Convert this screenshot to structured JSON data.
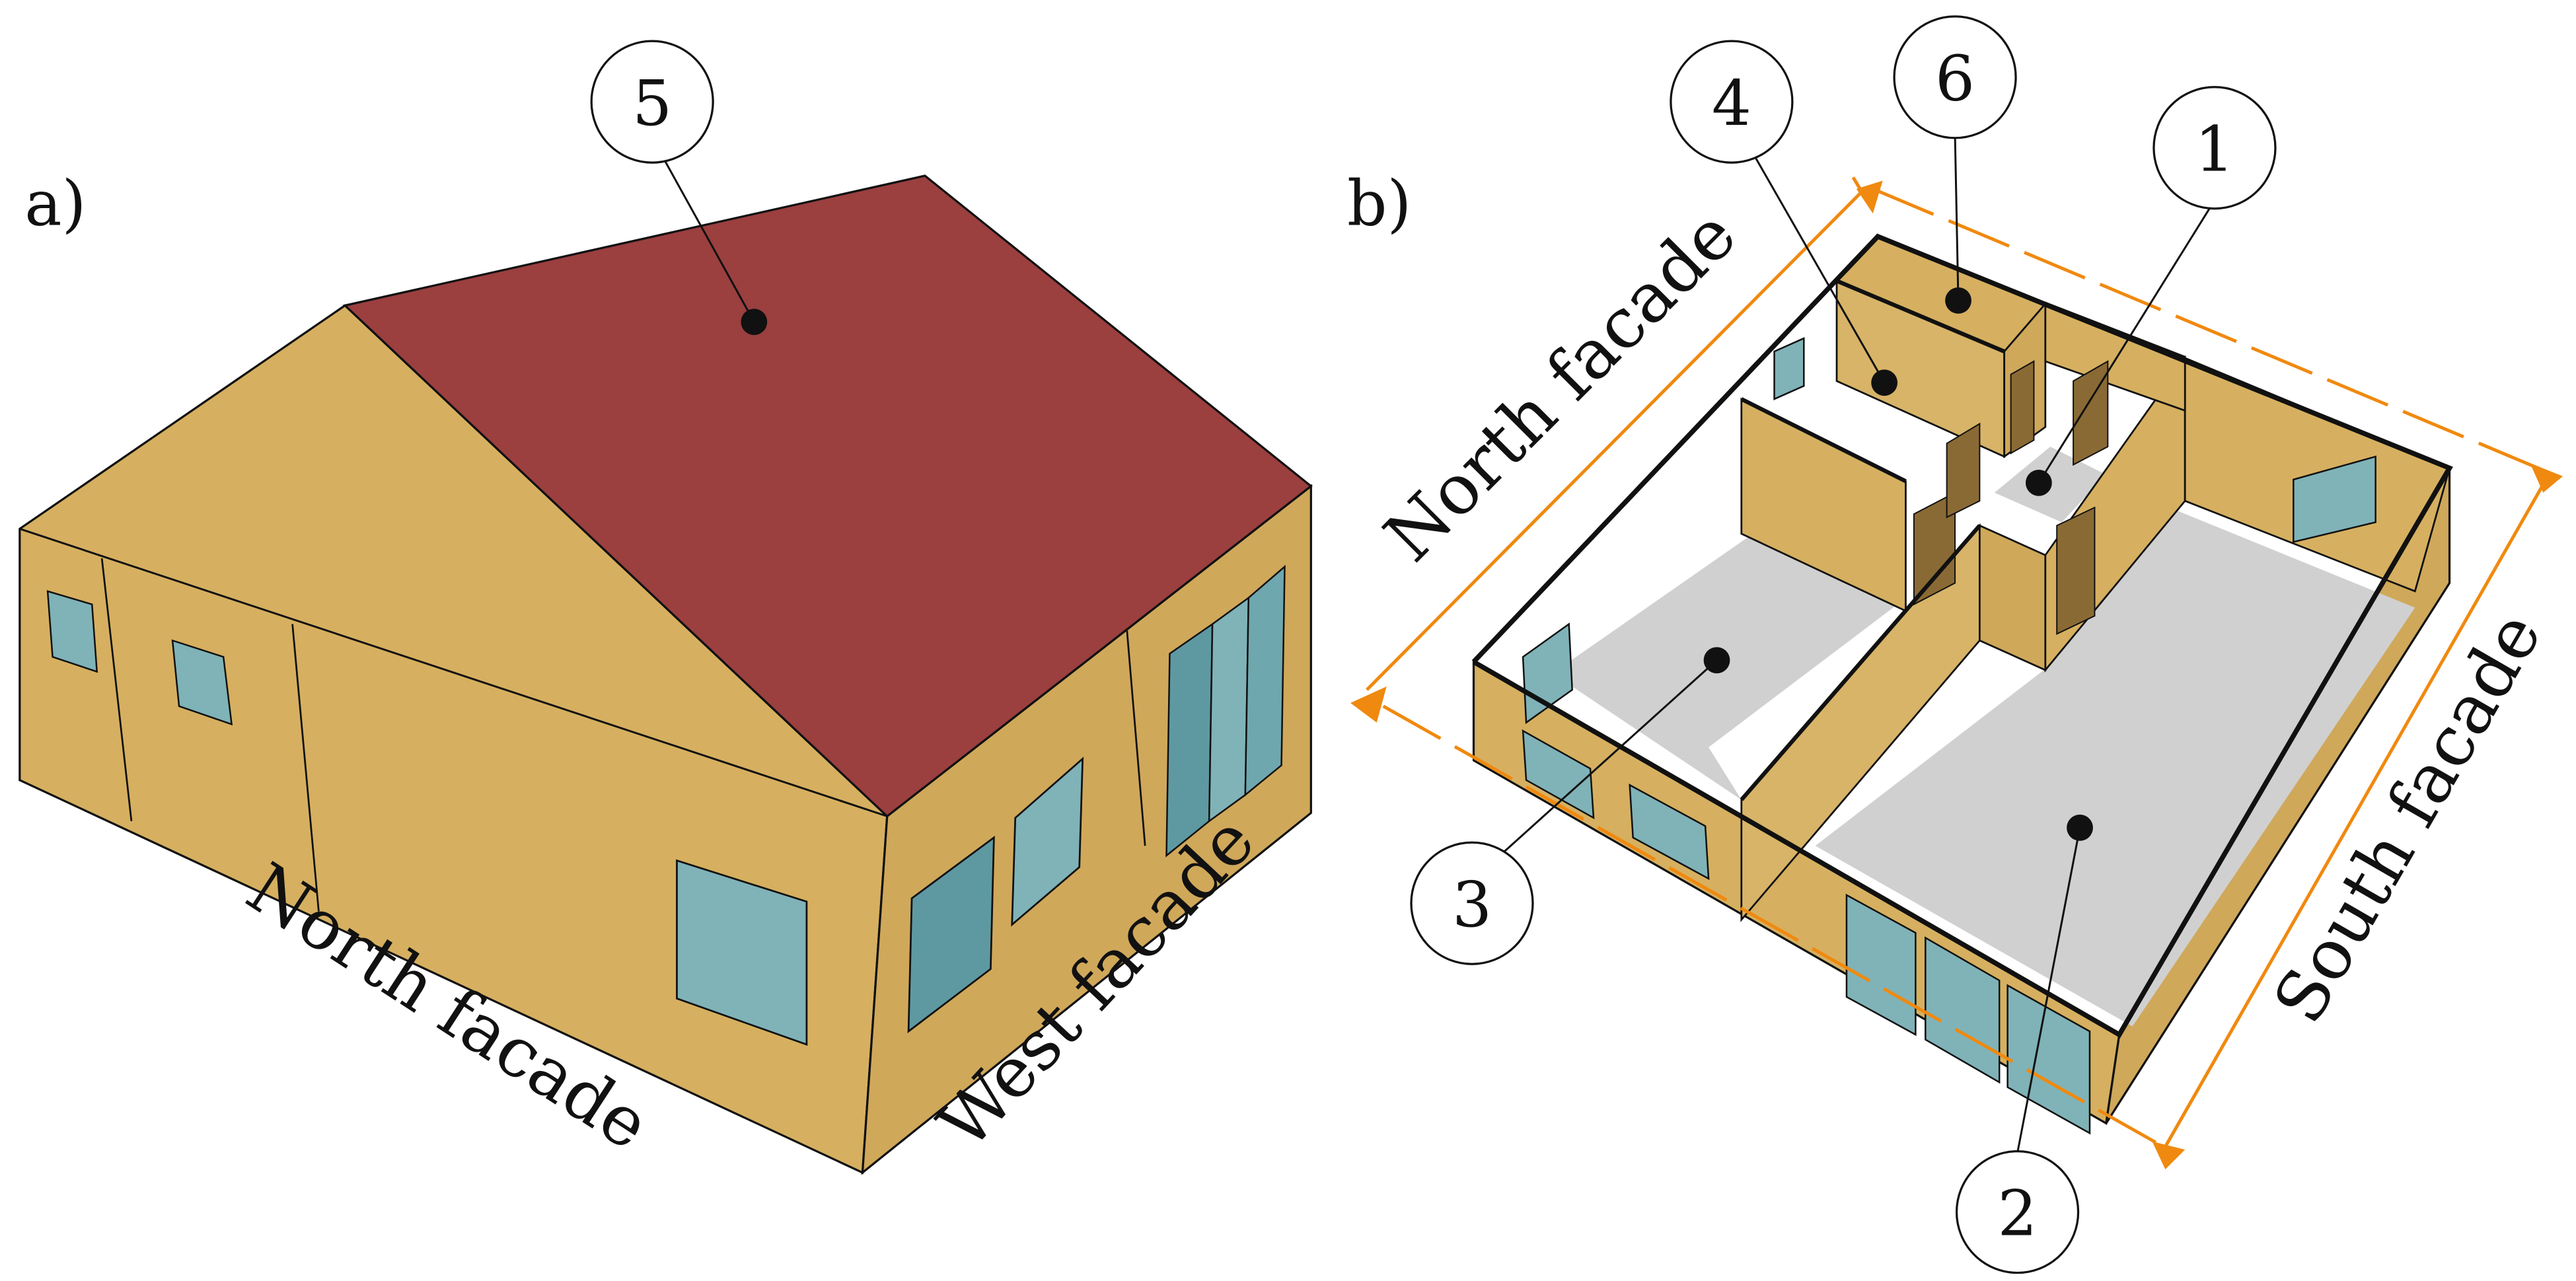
{
  "panels": [
    {
      "id": "a",
      "label": "a)"
    },
    {
      "id": "b",
      "label": "b)"
    }
  ],
  "facades": {
    "a_north": "North facade",
    "a_west": "West facade",
    "b_north": "North facade",
    "b_south": "South facade"
  },
  "callouts": {
    "n1": "1",
    "n2": "2",
    "n3": "3",
    "n4": "4",
    "n5": "5",
    "n6": "6"
  },
  "colors": {
    "wall": "#D6B060",
    "wall_dark": "#CFA85A",
    "roof": "#9B3F3F",
    "glass": "#7FB3B8",
    "glass_dark": "#5E99A2",
    "floor": "#D0D0D0",
    "door": "#8A6A34",
    "dimension": "#F0890F",
    "outline": "#111111"
  }
}
